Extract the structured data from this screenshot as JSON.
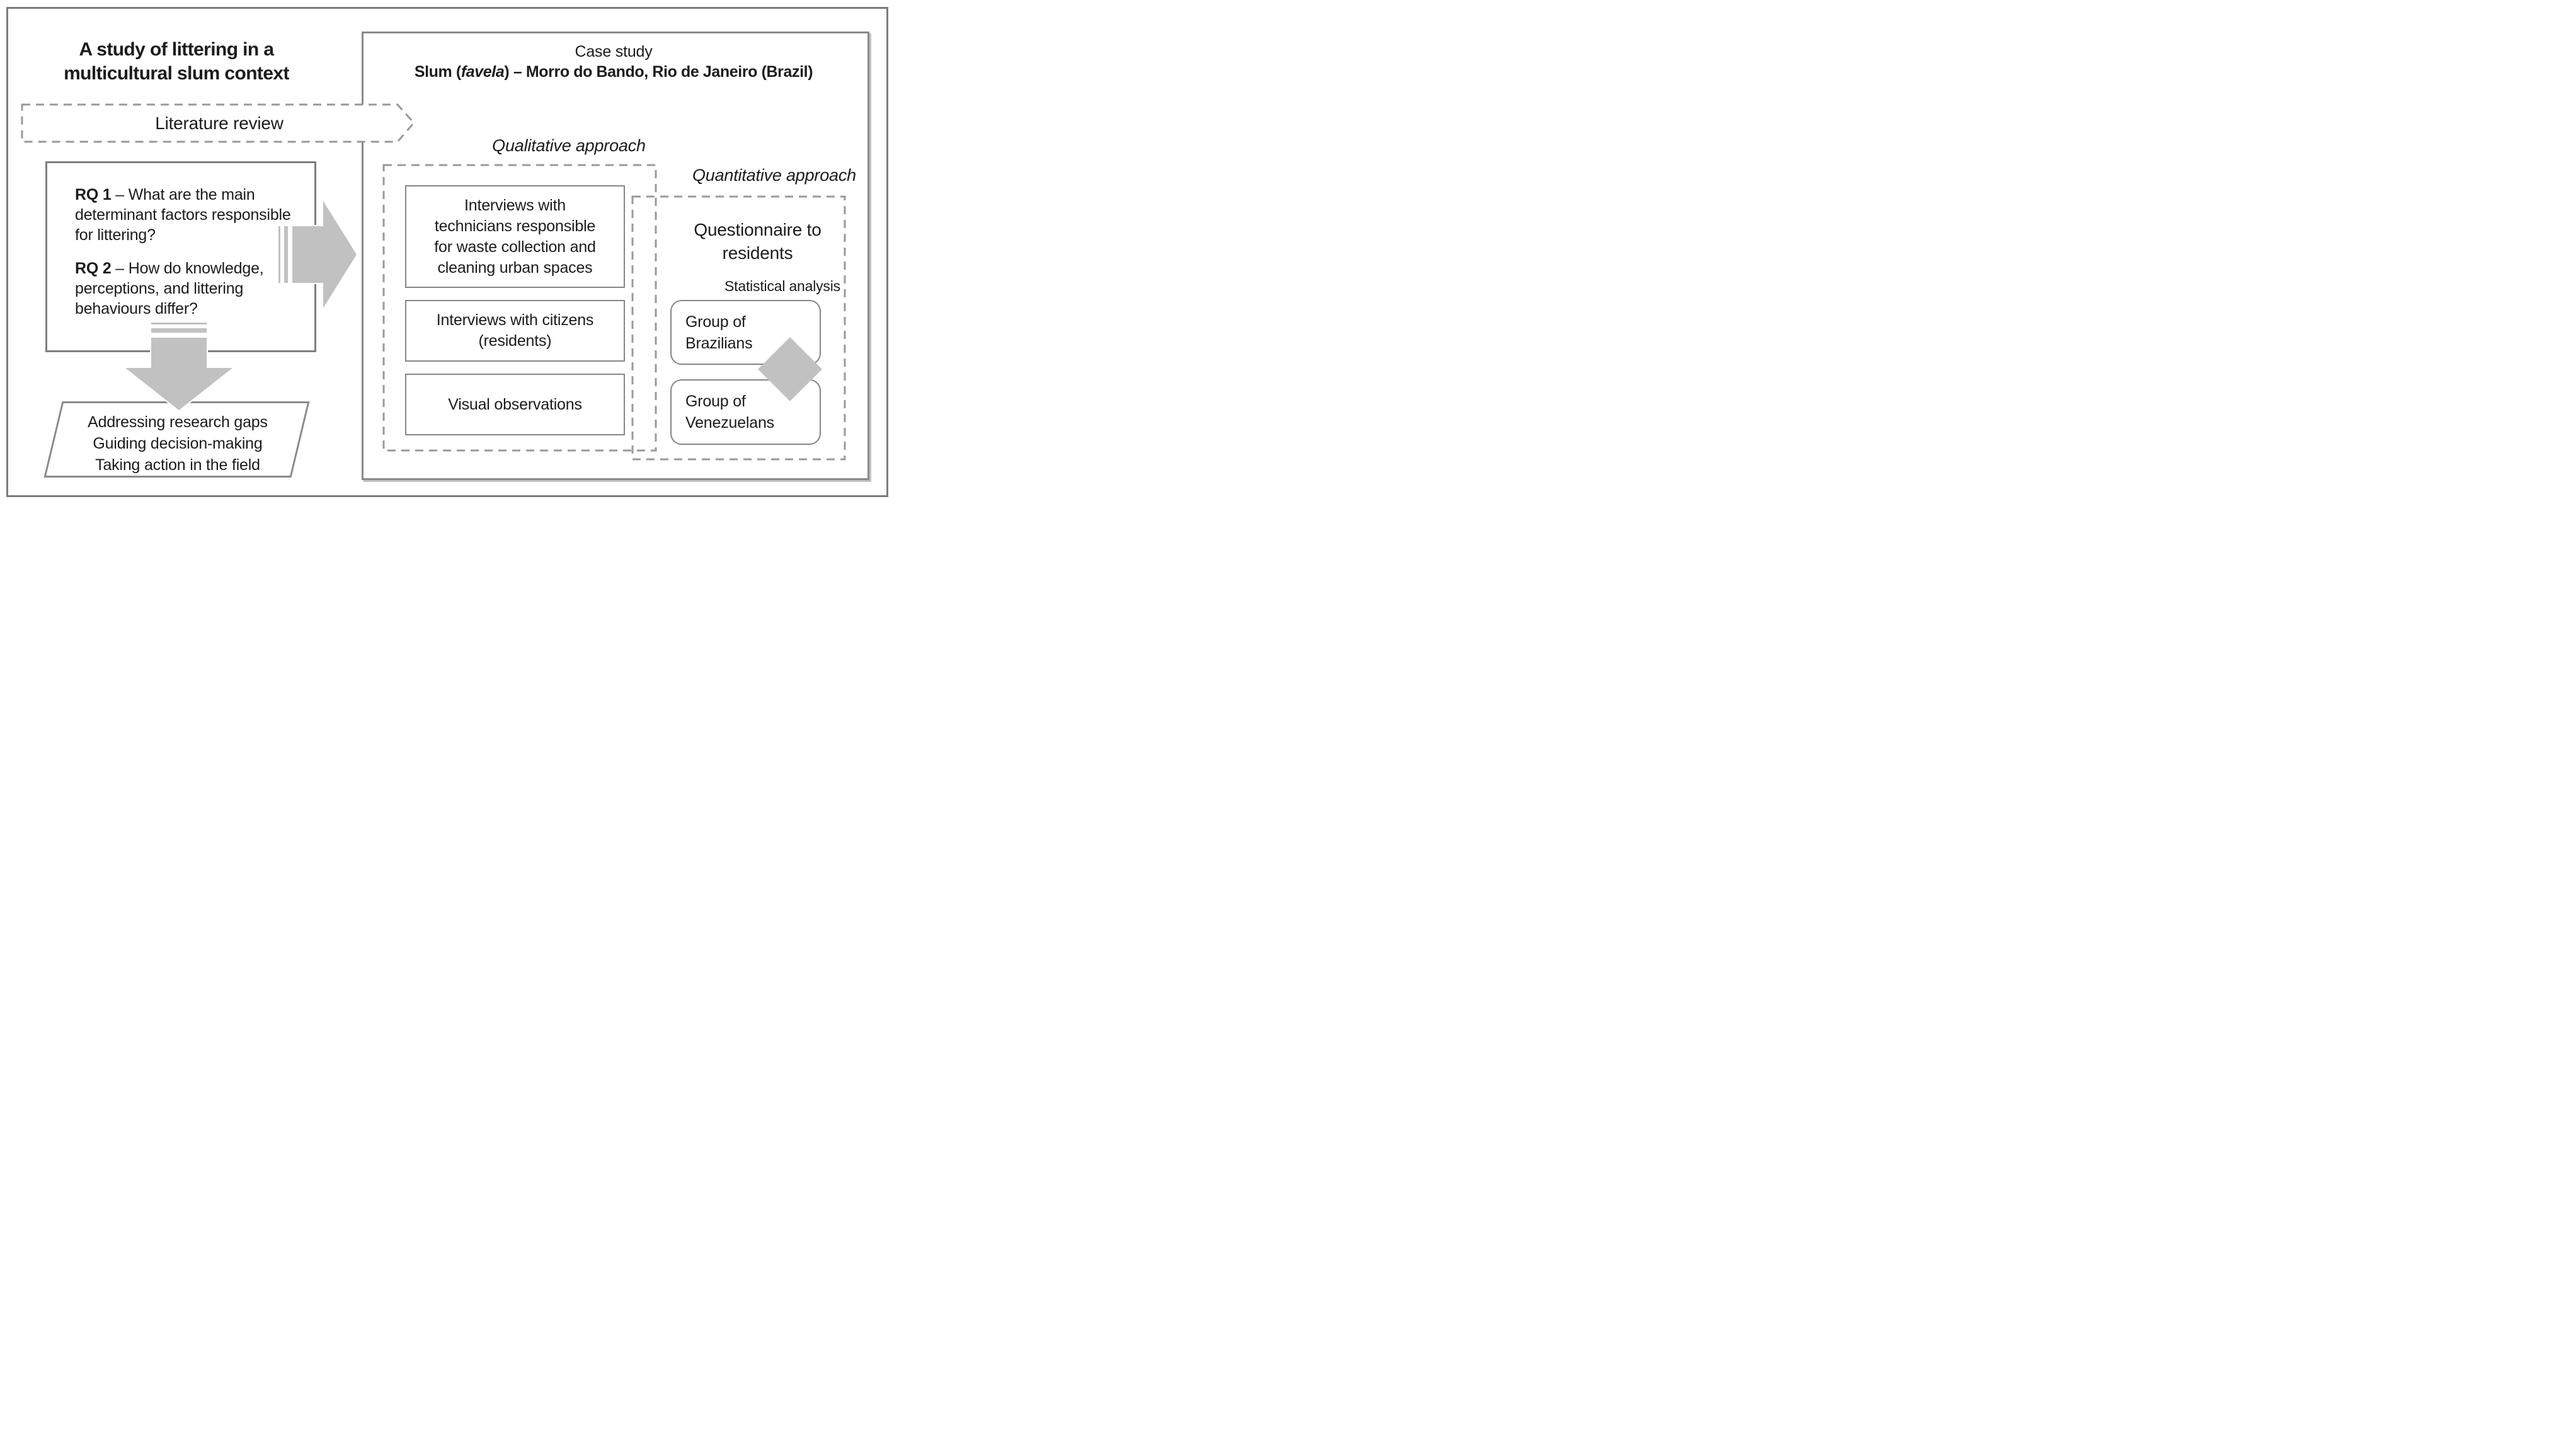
{
  "diagram": {
    "left_panel": {
      "title": {
        "line1": "A study of littering in a",
        "line2": "multicultural slum context"
      },
      "literature_review": {
        "label": "Literature review"
      },
      "research_questions": {
        "rq1": {
          "label": "RQ 1",
          "text": " – What are the main determinant factors responsible for littering?"
        },
        "rq2": {
          "label": "RQ 2",
          "text": " – How do knowledge, perceptions, and littering behaviours differ?"
        }
      },
      "outcomes": {
        "lines": [
          "Addressing research gaps",
          "Guiding decision-making",
          "Taking action in the field"
        ]
      }
    },
    "case_study": {
      "header_label": "Case study",
      "title_prefix": "Slum (",
      "title_italic": "favela",
      "title_suffix": ") – Morro do Bando, Rio de Janeiro (Brazil)",
      "qualitative": {
        "label": "Qualitative approach",
        "methods": [
          {
            "lines": [
              "Interviews with",
              "technicians responsible",
              "for waste collection and",
              "cleaning urban spaces"
            ]
          },
          {
            "lines": [
              "Interviews with citizens",
              "(residents)"
            ]
          },
          {
            "lines": [
              "Visual observations"
            ]
          }
        ]
      },
      "quantitative": {
        "label": "Quantitative approach",
        "questionnaire": {
          "lines": [
            "Questionnaire to",
            "residents"
          ]
        },
        "statistical_label": "Statistical analysis",
        "groups": [
          {
            "lines": [
              "Group of",
              "Brazilians"
            ]
          },
          {
            "lines": [
              "Group of",
              "Venezuelans"
            ]
          }
        ]
      }
    },
    "icons": {
      "right_arrow": "right-striped-arrow-icon",
      "down_arrow": "down-striped-arrow-icon",
      "diamond": "comparison-diamond-icon",
      "literature_arrow": "dashed-pentagon-arrow-shape"
    },
    "colors": {
      "shape_fill": "#c1c1c1",
      "solid_border": "#8a8a8a",
      "dashed_border": "#999999",
      "outer_frame": "#7c7c7c",
      "text": "#1c1c1c",
      "background": "#ffffff"
    }
  }
}
